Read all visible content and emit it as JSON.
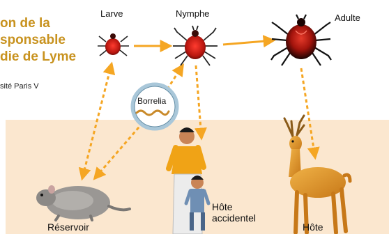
{
  "title": {
    "lines": [
      "on de la",
      "sponsable",
      "die de Lyme"
    ],
    "subtitle": "sité Paris V"
  },
  "stages": {
    "larve": "Larve",
    "nymphe": "Nymphe",
    "adulte": "Adulte"
  },
  "bacterium": "Borrelia",
  "hosts": {
    "reservoir": "Réservoir",
    "accidentel_line1": "Hôte",
    "accidentel_line2": "accidentel",
    "hote": "Hôte"
  },
  "colors": {
    "title": "#c8921e",
    "arrow": "#f5a623",
    "ground": "#fbe7cf",
    "tick": "#c0271d",
    "borrelia_ring": "#a9c7d9"
  }
}
